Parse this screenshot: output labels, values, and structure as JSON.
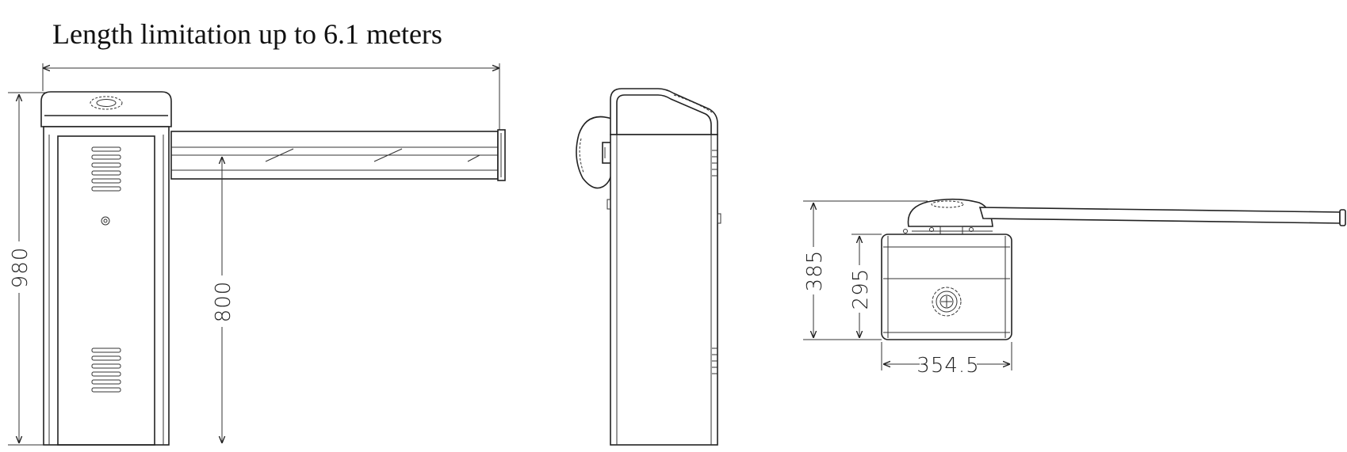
{
  "title": "Length limitation up to 6.1 meters",
  "dimensions": {
    "front_height": "980",
    "arm_height": "800",
    "top_height": "385",
    "box_height": "295",
    "box_width": "354.5"
  },
  "colors": {
    "line": "#222222",
    "background": "#ffffff"
  }
}
